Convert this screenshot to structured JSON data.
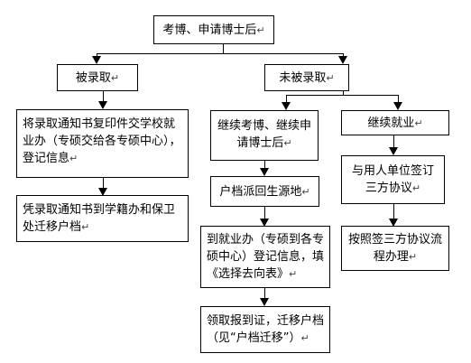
{
  "nodes": {
    "top": "考博、申请博士后",
    "admitted": "被录取",
    "not_admitted": "未被录取",
    "a1": "将录取通知书复印件交学校就业办（专硕交给各专硕中心），登记信息",
    "a2": "凭录取通知书到学籍办和保卫处迁移户档",
    "n1": "继续考博、继续申请博士后",
    "n2": "户档派回生源地",
    "n3": "到就业办（专硕到各专硕中心）登记信息，填《选择去向表》",
    "n4": "领取报到证，迁移户档（见“户档迁移”）",
    "e1": "继续就业",
    "e2": "与用人单位签订三方协议",
    "e3": "按照签三方协议流程办理"
  },
  "paragraph_mark": "↵"
}
